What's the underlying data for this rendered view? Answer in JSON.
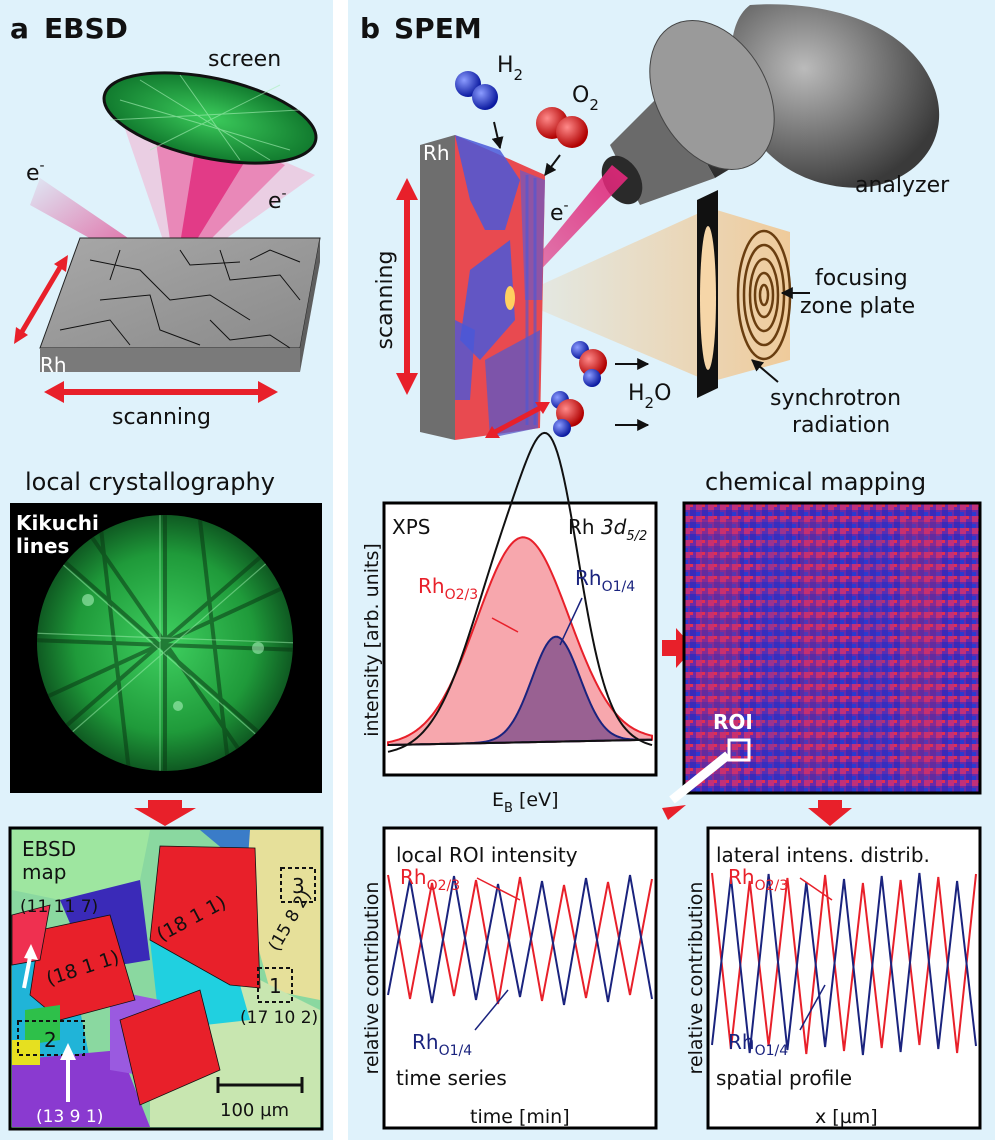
{
  "panel_a": {
    "letter": "a",
    "title": "EBSD",
    "screen_label": "screen",
    "electron_in_label": "e",
    "electron_out_label": "e",
    "minus_sup": "-",
    "sample_label": "Rh",
    "scan_label": "scanning",
    "section2_title": "local crystallography",
    "kikuchi_label_1": "Kikuchi",
    "kikuchi_label_2": "lines",
    "map_label_1": "EBSD",
    "map_label_2": "map",
    "grain_labels": [
      "(11 11 7)",
      "(18 1 1)",
      "(18 1 1)",
      "(15 8 2)",
      "(17 10 2)",
      "(13 9 1)"
    ],
    "roi_numbers": [
      "3",
      "1",
      "2"
    ],
    "scalebar_label": "100 µm"
  },
  "panel_b": {
    "letter": "b",
    "title": "SPEM",
    "h2_label": "H",
    "h2_sub": "2",
    "o2_label": "O",
    "o2_sub": "2",
    "h2o_label": "H",
    "h2o_sub": "2",
    "h2o_tail": "O",
    "sample_label": "Rh",
    "electron_label": "e",
    "minus_sup": "-",
    "scan_label": "scanning",
    "analyzer_label": "analyzer",
    "zone_label_1": "focusing",
    "zone_label_2": "zone plate",
    "sync_label_1": "synchrotron",
    "sync_label_2": "radiation",
    "section2_title": "chemical mapping",
    "xps": {
      "label": "XPS",
      "peak_label": "Rh",
      "peak_sub": "3d",
      "peak_sub2": "5/2",
      "ylabel": "intensity [arb. units]",
      "xlabel": "E",
      "xlabel_sub": "B",
      "xlabel_tail": " [eV]",
      "comp1": "Rh",
      "comp1_sub": "O2/3",
      "comp2": "Rh",
      "comp2_sub": "O1/4"
    },
    "roi_label": "ROI",
    "time_plot": {
      "title": "local ROI intensity",
      "ylabel": "relative contribution",
      "xlabel": "time [min]",
      "bottom_label": "time series",
      "series1": "Rh",
      "series1_sub": "O2/3",
      "series2": "Rh",
      "series2_sub": "O1/4"
    },
    "space_plot": {
      "title": "lateral intens. distrib.",
      "ylabel": "relative contribution",
      "xlabel": "x [µm]",
      "bottom_label": "spatial profile",
      "series1": "Rh",
      "series1_sub": "O2/3",
      "series2": "Rh",
      "series2_sub": "O1/4"
    }
  },
  "colors": {
    "bg": "#dff2fb",
    "red": "#e8202a",
    "blue": "#1a237e",
    "green": "#2ec04a",
    "magenta": "#e0287a"
  }
}
